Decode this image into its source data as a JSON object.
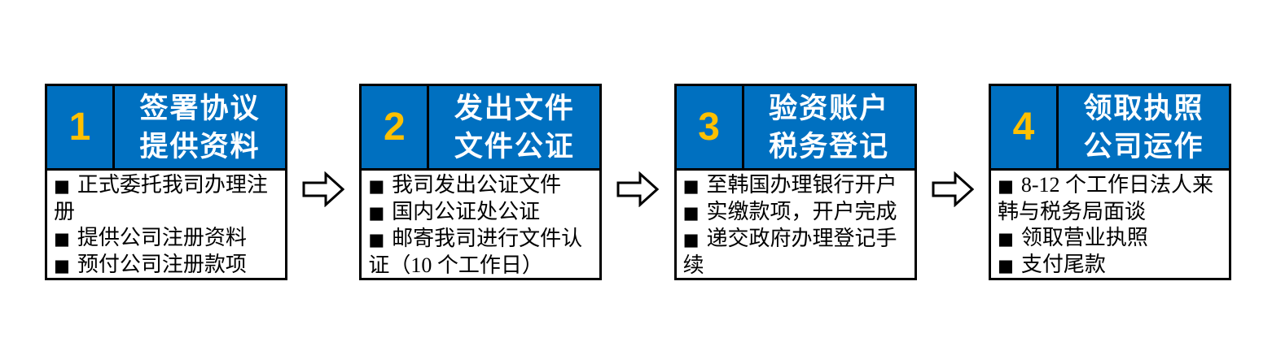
{
  "flow": {
    "bullet_char": "■",
    "colors": {
      "header_blue": "#0070C0",
      "number_gold": "#FFC000",
      "border_black": "#000000",
      "background": "#FFFFFF"
    },
    "steps": [
      {
        "number": "1",
        "title_line1": "签署协议",
        "title_line2": "提供资料",
        "bullets": [
          "正式委托我司办理注册",
          "提供公司注册资料",
          "预付公司注册款项"
        ]
      },
      {
        "number": "2",
        "title_line1": "发出文件",
        "title_line2": "文件公证",
        "bullets": [
          "我司发出公证文件",
          "国内公证处公证",
          "邮寄我司进行文件认证（10 个工作日）"
        ]
      },
      {
        "number": "3",
        "title_line1": "验资账户",
        "title_line2": "税务登记",
        "bullets": [
          "至韩国办理银行开户",
          "实缴款项，开户完成",
          "递交政府办理登记手续"
        ]
      },
      {
        "number": "4",
        "title_line1": "领取执照",
        "title_line2": "公司运作",
        "bullets": [
          "8-12 个工作日法人来韩与税务局面谈",
          "领取营业执照",
          "支付尾款"
        ]
      }
    ]
  }
}
